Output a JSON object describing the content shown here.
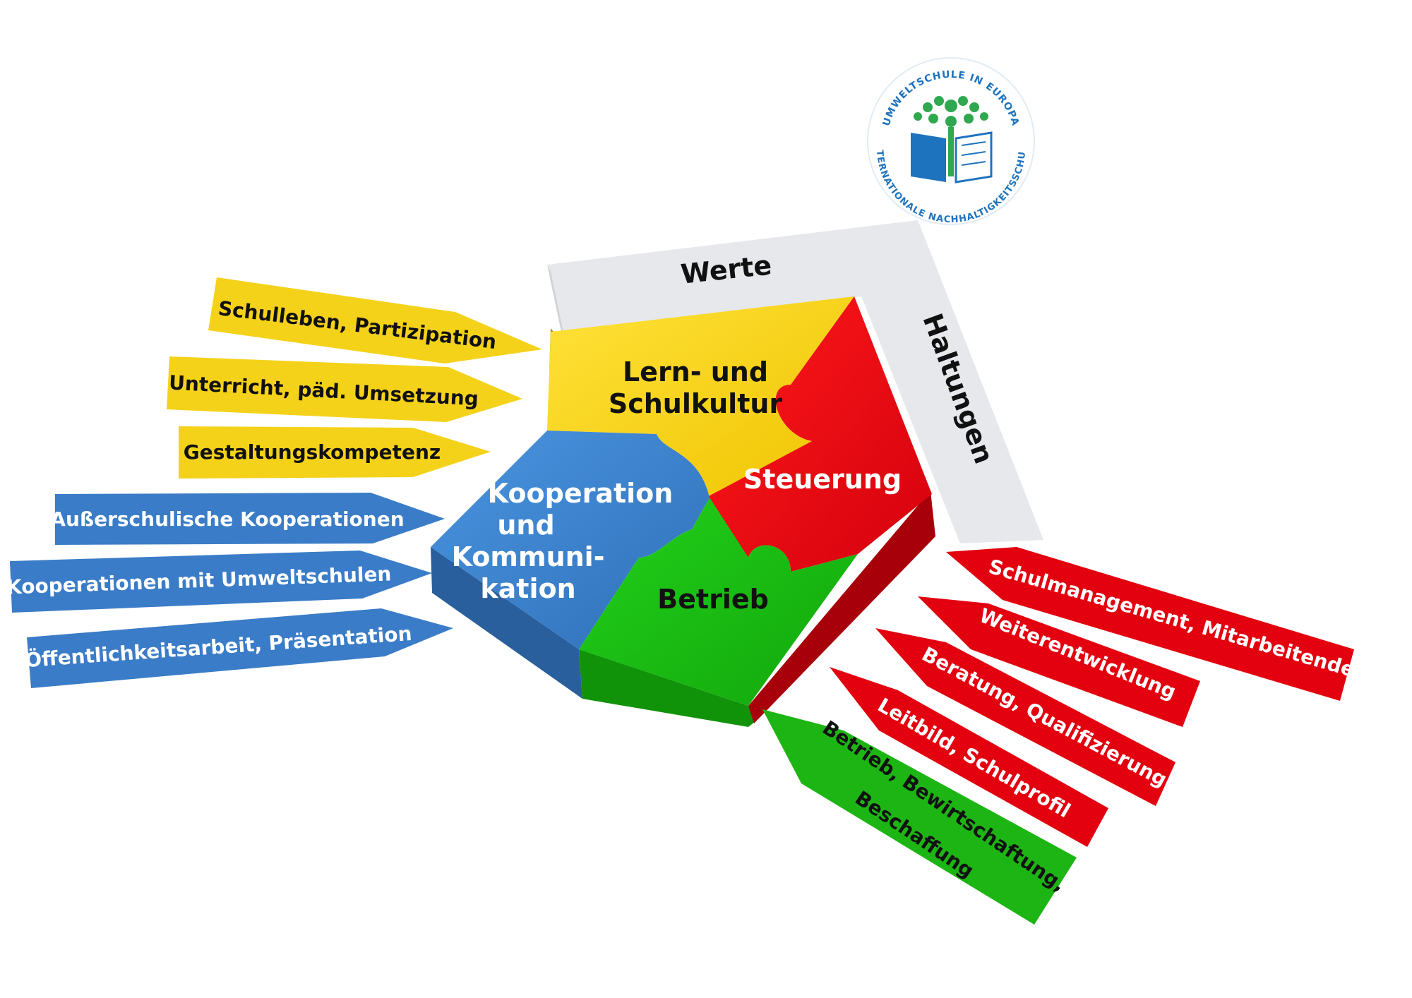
{
  "logo": {
    "arc_top": "UMWELTSCHULE IN EUROPA",
    "arc_bottom": "INTERNATIONALE NACHHALTIGKEITSSCHULE"
  },
  "frame": {
    "top_label": "Werte",
    "side_label": "Haltungen"
  },
  "puzzle": {
    "lern_line1": "Lern- und",
    "lern_line2": "Schulkultur",
    "steuerung": "Steuerung",
    "koop_line1": "Kooperation",
    "koop_line2": "und",
    "koop_line3": "Kommuni-",
    "koop_line4": "kation",
    "betrieb": "Betrieb"
  },
  "arrows_yellow": [
    "Schulleben, Partizipation",
    "Unterricht, päd. Umsetzung",
    "Gestaltungskompetenz"
  ],
  "arrows_blue": [
    "Außerschulische Kooperationen",
    "Kooperationen mit Umweltschulen",
    "Öffentlichkeitsarbeit, Präsentation"
  ],
  "arrows_red": [
    "Schulmanagement, Mitarbeitende",
    "Weiterentwicklung",
    "Beratung, Qualifizierung",
    "Leitbild, Schulprofil"
  ],
  "arrow_green": {
    "line1": "Betrieb, Bewirtschaftung,",
    "line2": "Beschaffung"
  },
  "colors": {
    "yellow": "#f5d21a",
    "blue": "#3a7cc7",
    "red": "#e3000f",
    "green": "#1db514",
    "frame": "#e6e8ec",
    "logo_blue": "#1e73be",
    "logo_green": "#2fa84f"
  }
}
